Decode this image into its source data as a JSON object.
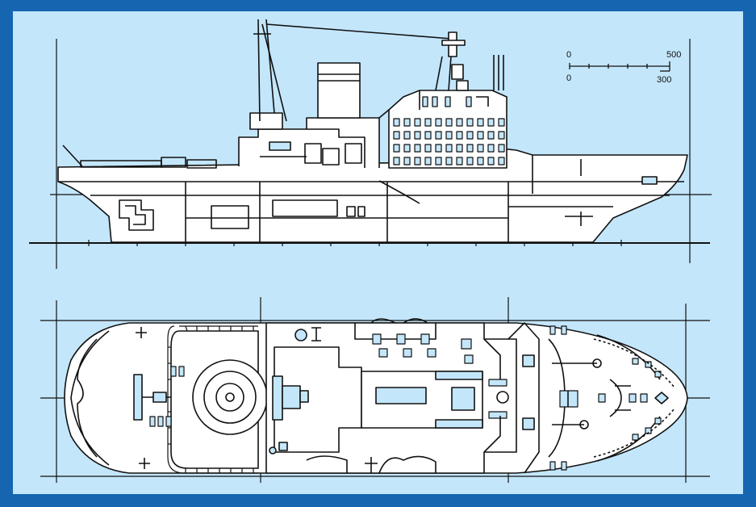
{
  "colors": {
    "frame": "#1565b0",
    "background": "#c3e6fb",
    "ink": "#111111",
    "hull_fill": "#ffffff",
    "detail_fill": "#c3e6fb"
  },
  "scale_bar": {
    "top_left": "0",
    "top_right": "500",
    "bottom_left": "0",
    "bottom_right": "300"
  },
  "views": [
    {
      "name": "side-elevation"
    },
    {
      "name": "deck-plan"
    }
  ]
}
